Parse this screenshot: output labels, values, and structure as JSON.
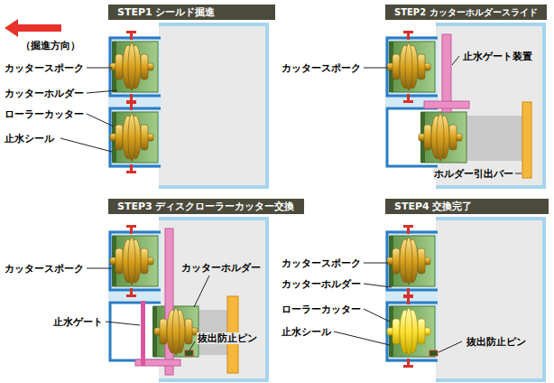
{
  "diagram": {
    "nodes": [
      {
        "text": [
          "STEP1 シールド掘進"
        ]
      },
      {
        "text": [
          "STEP2 カッターホルダースライド"
        ]
      },
      {
        "text": [
          "STEP3 ディスクローラーカッター交換"
        ]
      },
      {
        "text": [
          "STEP4 交換完了"
        ]
      }
    ],
    "labels": [
      "（掘進方向）",
      "カッタースポーク",
      "カッターホルダー",
      "ローラーカッター",
      "止水シール",
      "カッタースポーク",
      "止水ゲート装置",
      "ホルダー引出バー",
      "カッタースポーク",
      "カッターホルダー",
      "止水ゲート",
      "抜出防止ピン",
      "カッタースポーク",
      "カッターホルダー",
      "ローラーカッター",
      "止水シール",
      "抜出防止ピン"
    ]
  }
}
